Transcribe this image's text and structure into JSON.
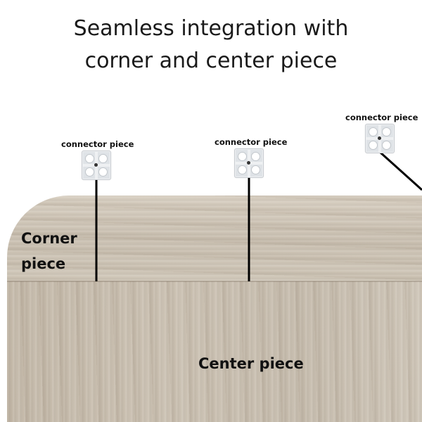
{
  "title": {
    "line1": "Seamless integration with",
    "line2": "corner and center piece"
  },
  "labels": {
    "corner_line1": "Corner",
    "corner_line2": "piece",
    "center": "Center piece"
  },
  "connectors": [
    {
      "label": "connector piece"
    },
    {
      "label": "connector piece"
    },
    {
      "label": "connector piece"
    }
  ],
  "colors": {
    "wood": "#cbc1b2",
    "text": "#111111",
    "line": "#000000",
    "background": "#ffffff"
  }
}
